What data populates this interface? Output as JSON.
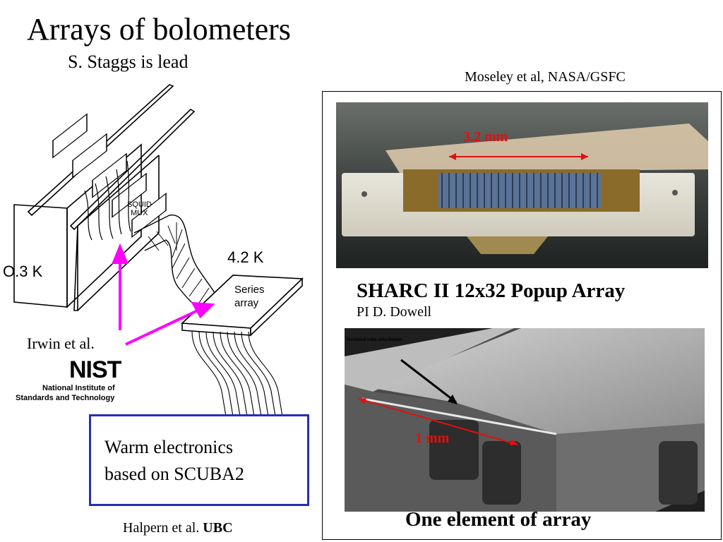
{
  "slide": {
    "title": "Arrays of bolometers",
    "subtitle": "S. Staggs is lead",
    "credit_moseley": "Moseley et al, NASA/GSFC",
    "irwin": "Irwin et al.",
    "warm_line1": "Warm electronics",
    "warm_line2": "based on SCUBA2",
    "halpern_author": "Halpern et al.",
    "halpern_org": "UBC"
  },
  "diagram": {
    "squid_line1": "SQUID",
    "squid_line2": "MUX",
    "temp_cold": "O.3 K",
    "temp_warm": "4.2 K",
    "series_line1": "Series",
    "series_line2": "array"
  },
  "nist": {
    "wordmark": "NIST",
    "line1": "National Institute of",
    "line2": "Standards and Technology"
  },
  "sharc": {
    "scale": "3.2 mm",
    "title": "SHARC II 12x32 Popup Array",
    "pi": "PI D. Dowell"
  },
  "sem": {
    "annotation": "Torsional yoke attachment",
    "scale": "1 mm",
    "caption": "One element of array"
  },
  "colors": {
    "arrow_magenta": "#ff00ff",
    "scale_red": "#e01010",
    "box_border": "#2a2db5"
  }
}
